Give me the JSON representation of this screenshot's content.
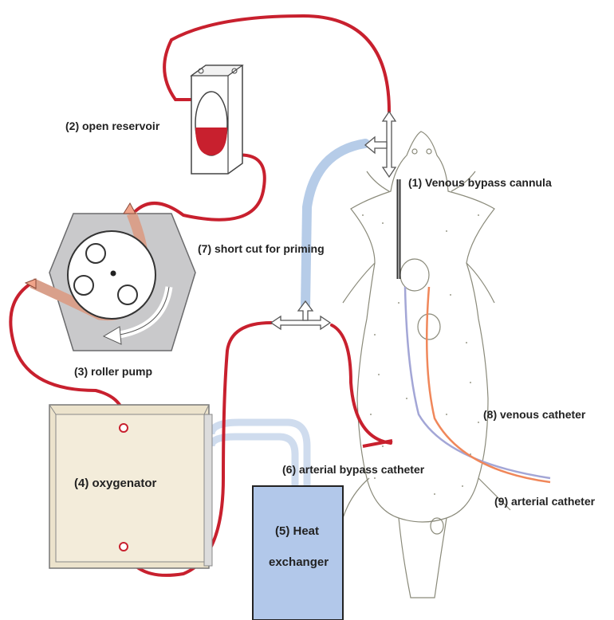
{
  "labels": {
    "venous_bypass_cannula": "(1)  Venous bypass cannula",
    "open_reservoir": "(2) open reservoir",
    "roller_pump": "(3) roller pump",
    "oxygenator": "(4) oxygenator",
    "heat_exchanger_line1": "(5) Heat",
    "heat_exchanger_line2": "exchanger",
    "arterial_bypass_catheter": "(6) arterial bypass catheter",
    "short_cut_priming": "(7) short cut for priming",
    "venous_catheter": "(8) venous catheter",
    "arterial_catheter": "(9) arterial catheter"
  },
  "colors": {
    "arterial_tubing": "#c8202e",
    "venous_tubing": "#b6cce8",
    "blood": "#c8202e",
    "pump_body": "#c9c9cb",
    "pump_tubing": "#d9a08b",
    "oxygenator_fill": "#f3ecda",
    "heat_exchanger_fill": "#b2c8ea",
    "venous_catheter": "#a3a6d6",
    "arterial_catheter": "#f0875a"
  }
}
